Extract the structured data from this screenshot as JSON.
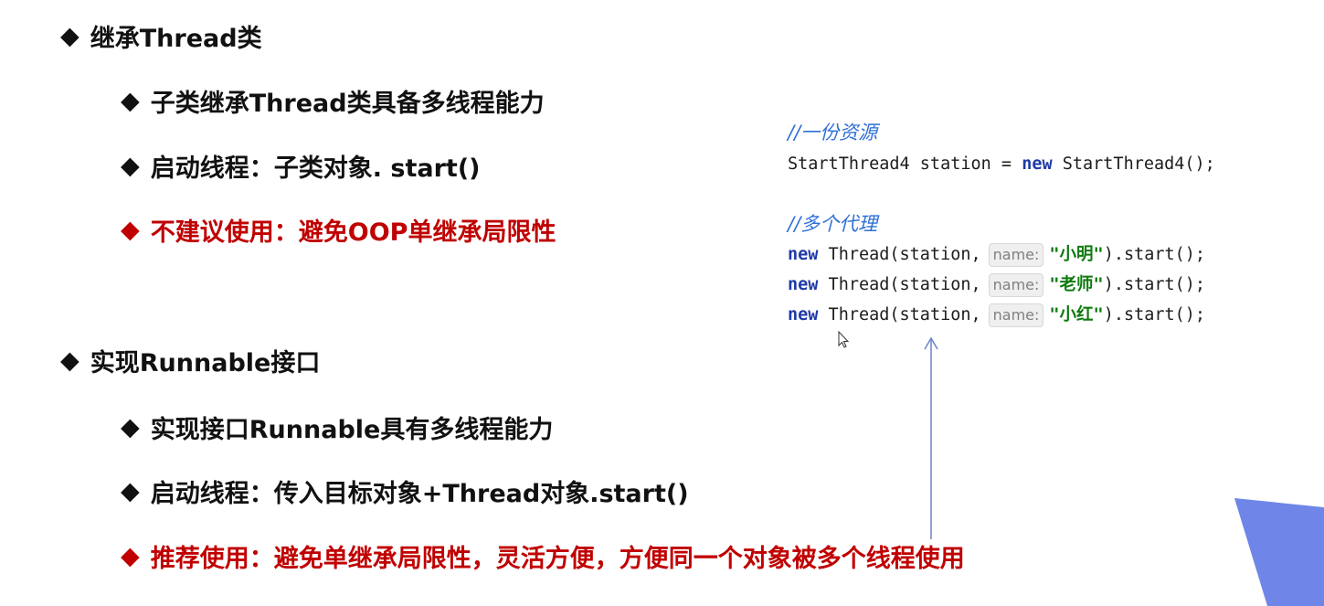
{
  "marker": "◆",
  "sections": [
    {
      "title": "继承Thread类",
      "items": [
        "子类继承Thread类具备多线程能力",
        "启动线程：子类对象. start()",
        "不建议使用：避免OOP单继承局限性"
      ]
    },
    {
      "title": "实现Runnable接口",
      "items": [
        "实现接口Runnable具有多线程能力",
        "启动线程：传入目标对象+Thread对象.start()",
        "推荐使用：避免单继承局限性，灵活方便，方便同一个对象被多个线程使用"
      ]
    }
  ],
  "code": {
    "comment1": "//一份资源",
    "line1_a": "StartThread4 station = ",
    "kw_new": "new",
    "line1_b": " StartThread4();",
    "comment2": "//多个代理",
    "thread_prefix": " Thread(station,",
    "hint_label": "name:",
    "names": [
      "\"小明\"",
      "\"老师\"",
      "\"小红\""
    ],
    "start_suffix": ").start();"
  },
  "colors": {
    "red_text": "#c00000",
    "comment": "#2f6fd6",
    "keyword": "#1f3aa6",
    "string": "#0f7a0f",
    "corner_shape": "#6f86e8",
    "arrow": "#6c82c9"
  },
  "icons": {
    "bullet": "diamond-bullet-icon",
    "cursor": "mouse-pointer-icon",
    "arrow": "up-arrow-icon",
    "corner": "corner-triangle-decoration"
  }
}
